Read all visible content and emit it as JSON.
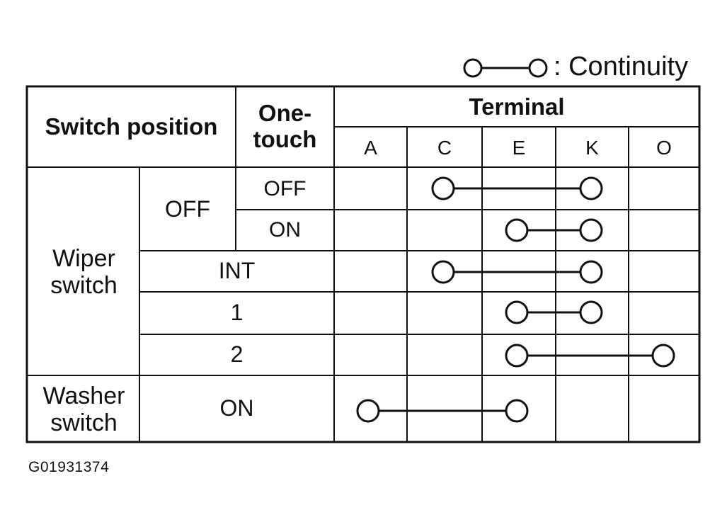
{
  "legend": {
    "label": ": Continuity",
    "icon": "continuity-symbol"
  },
  "header": {
    "switch_position": "Switch position",
    "one_touch_line1": "One-",
    "one_touch_line2": "touch",
    "terminal": "Terminal",
    "terminals": [
      "A",
      "C",
      "E",
      "K",
      "O"
    ]
  },
  "rows": {
    "wiper_line1": "Wiper",
    "wiper_line2": "switch",
    "washer_line1": "Washer",
    "washer_line2": "switch",
    "off": "OFF",
    "one_touch_off": "OFF",
    "one_touch_on": "ON",
    "int": "INT",
    "speed1": "1",
    "speed2": "2",
    "washer_on": "ON"
  },
  "continuity": [
    {
      "row": "OFF / OFF",
      "from": "C",
      "to": "K"
    },
    {
      "row": "OFF / ON",
      "from": "E",
      "to": "K"
    },
    {
      "row": "INT",
      "from": "C",
      "to": "K"
    },
    {
      "row": "1",
      "from": "E",
      "to": "K"
    },
    {
      "row": "2",
      "from": "E",
      "to": "O"
    },
    {
      "row": "Washer ON",
      "from": "A",
      "to": "E"
    }
  ],
  "figure_code": "G01931374"
}
